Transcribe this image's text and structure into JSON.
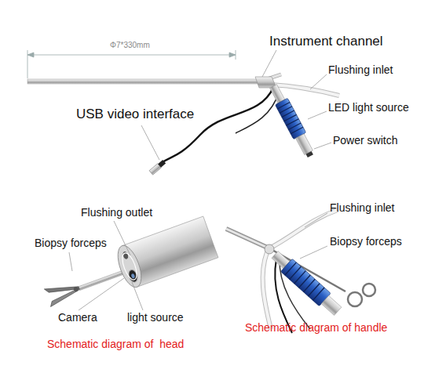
{
  "diagram": {
    "labels": [
      "Φ7*330mm",
      "Instrument channel",
      "Flushing inlet",
      "LED light source",
      "Power switch",
      "USB video interface",
      "Flushing outlet",
      "Flushing inlet",
      "Biopsy forceps",
      "Biopsy forceps",
      "Camera",
      "light source",
      "Schematic diagram of  head",
      "Schematic diagram of handle"
    ]
  }
}
